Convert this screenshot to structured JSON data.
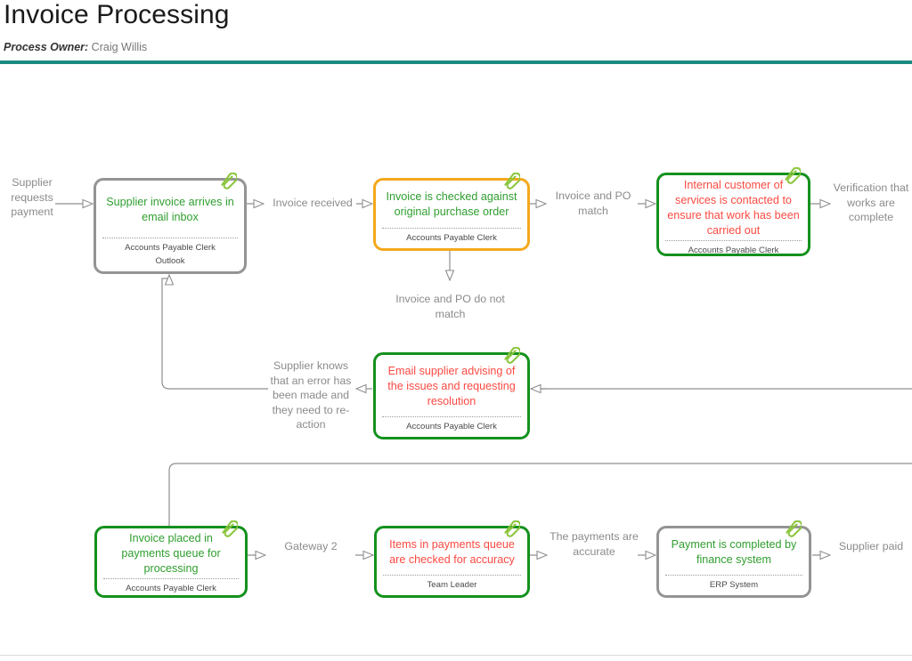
{
  "header": {
    "title": "Invoice Processing",
    "owner_label": "Process Owner:",
    "owner_name": "Craig Willis",
    "rule_color": "#1b8a7f"
  },
  "palette": {
    "border_gray": "#949494",
    "border_orange": "#f4a81d",
    "border_green": "#14911e",
    "text_green": "#2f9e2f",
    "text_red": "#fb4a42",
    "label_gray": "#8b8b8b",
    "clip_green": "#8cc63f"
  },
  "nodes": [
    {
      "id": "supplier-invoice-arrives",
      "title": "Supplier invoice arrives in email inbox",
      "role": "Accounts Payable Clerk",
      "system": "Outlook",
      "border": "gray",
      "title_color": "green",
      "clip": "paperclip-icon"
    },
    {
      "id": "invoice-checked-against-po",
      "title": "Invoice is checked against original purchase order",
      "role": "Accounts Payable Clerk",
      "system": "",
      "border": "orange",
      "title_color": "green",
      "clip": "paperclip-icon"
    },
    {
      "id": "internal-customer-contacted",
      "title": "Internal customer of services is contacted to ensure that work has been carried out",
      "role": "Accounts Payable Clerk",
      "system": "",
      "border": "green",
      "title_color": "red",
      "clip": "paperclip-icon"
    },
    {
      "id": "email-supplier-advising",
      "title": "Email supplier advising of the issues and requesting resolution",
      "role": "Accounts Payable Clerk",
      "system": "",
      "border": "green",
      "title_color": "red",
      "clip": "paperclip-icon"
    },
    {
      "id": "invoice-placed-in-queue",
      "title": "Invoice placed in payments queue for processing",
      "role": "Accounts Payable Clerk",
      "system": "",
      "border": "green",
      "title_color": "green",
      "clip": "paperclip-icon"
    },
    {
      "id": "items-checked-for-accuracy",
      "title": "Items in payments queue are checked for accuracy",
      "role": "Team Leader",
      "system": "",
      "border": "green",
      "title_color": "red",
      "clip": "paperclip-icon"
    },
    {
      "id": "payment-completed-finance",
      "title": "Payment is completed by finance system",
      "role": "ERP System",
      "system": "",
      "border": "gray",
      "title_color": "green",
      "clip": "paperclip-icon"
    }
  ],
  "edge_labels": [
    {
      "id": "supplier-requests-payment",
      "text": "Supplier requests payment"
    },
    {
      "id": "invoice-received",
      "text": "Invoice received"
    },
    {
      "id": "invoice-and-po-match",
      "text": "Invoice and PO match"
    },
    {
      "id": "verification-works-complete",
      "text": "Verification that works are complete"
    },
    {
      "id": "invoice-and-po-do-not-match",
      "text": "Invoice and PO do not match"
    },
    {
      "id": "supplier-knows-error",
      "text": "Supplier knows that an error has been made and they need to re-action"
    },
    {
      "id": "gateway-2",
      "text": "Gateway 2"
    },
    {
      "id": "payments-are-accurate",
      "text": "The payments are accurate"
    },
    {
      "id": "supplier-paid",
      "text": "Supplier paid"
    }
  ]
}
